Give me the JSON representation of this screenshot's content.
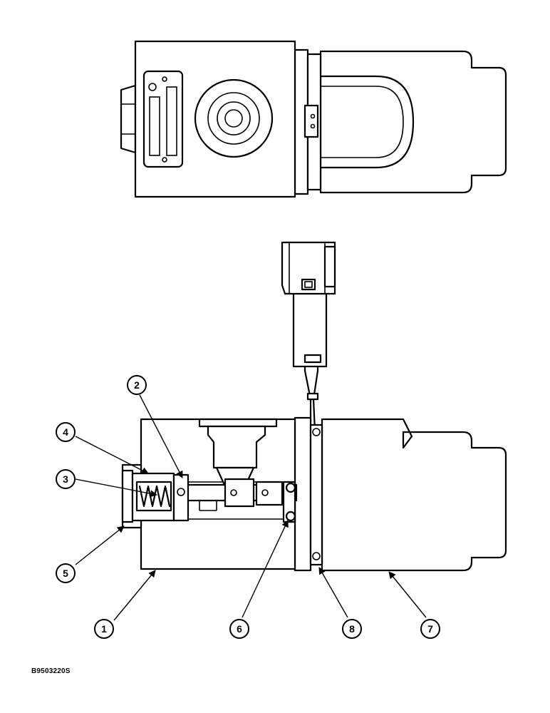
{
  "figure": {
    "reference_code": "B9503220S",
    "callouts": [
      {
        "id": "1",
        "label": "1"
      },
      {
        "id": "2",
        "label": "2"
      },
      {
        "id": "3",
        "label": "3"
      },
      {
        "id": "4",
        "label": "4"
      },
      {
        "id": "5",
        "label": "5"
      },
      {
        "id": "6",
        "label": "6"
      },
      {
        "id": "7",
        "label": "7"
      },
      {
        "id": "8",
        "label": "8"
      }
    ]
  }
}
